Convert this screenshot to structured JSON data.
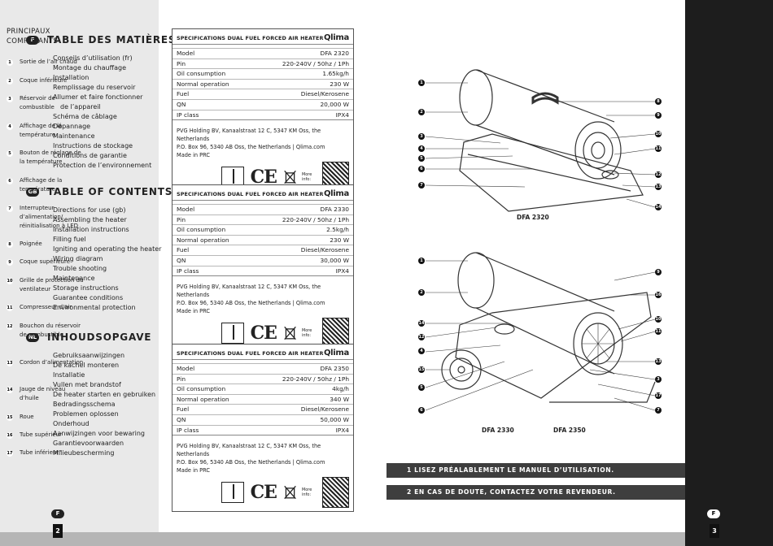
{
  "toc": [
    {
      "badge": "F",
      "title": "TABLE DES MATIÈRES",
      "items": [
        "Conseils d’utilisation (fr)",
        "Montage du chauffage",
        "Installation",
        "Remplissage du reservoir",
        "Allumer et faire fonctionner",
        "de l’appareil",
        "Schéma de câblage",
        "Dépannage",
        "Maintenance",
        "Instructions de stockage",
        "Conditions de garantie",
        "Protection de l’environnement"
      ]
    },
    {
      "badge": "GB",
      "title": "TABLE OF CONTENTS",
      "items": [
        "Directions for use (gb)",
        "Assembling the heater",
        "Installation instructions",
        "Filling fuel",
        "Igniting and operating the heater",
        "Wiring diagram",
        "Trouble shooting",
        "Maintenance",
        "Storage instructions",
        "Guarantee conditions",
        "Environmental protection"
      ]
    },
    {
      "badge": "NL",
      "title": "INHOUDSOPGAVE",
      "items": [
        "Gebruiksaanwijzingen",
        "De kachel monteren",
        "Installatie",
        "Vullen met brandstof",
        "De heater starten en gebruiken",
        "Bedradingsschema",
        "Problemen oplossen",
        "Onderhoud",
        "Aanwijzingen voor bewaring",
        "Garantievoorwaarden",
        "Milieubescherming"
      ]
    }
  ],
  "specs": [
    {
      "title": "SPECIFICATIONS DUAL FUEL FORCED AIR HEATER",
      "brand": "Qlima",
      "rows": [
        [
          "Model",
          "DFA  2320"
        ],
        [
          "Pin",
          "220-240V / 50hz / 1Ph"
        ],
        [
          "Oil consumption",
          "1.65kg/h"
        ],
        [
          "Normal operation",
          "230 W"
        ],
        [
          "Fuel",
          "Diesel/Kerosene"
        ],
        [
          "QN",
          "20,000 W"
        ],
        [
          "IP class",
          "IPX4"
        ]
      ],
      "address": [
        "PVG Holding BV, Kanaalstraat 12 C, 5347 KM Oss, the Netherlands",
        "P.O. Box 96, 5340 AB Oss, the Netherlands | Qlima.com",
        "Made in PRC"
      ],
      "more": "More info:"
    },
    {
      "title": "SPECIFICATIONS DUAL FUEL FORCED AIR HEATER",
      "brand": "Qlima",
      "rows": [
        [
          "Model",
          "DFA  2330"
        ],
        [
          "Pin",
          "220-240V / 50hz / 1Ph"
        ],
        [
          "Oil consumption",
          "2.5kg/h"
        ],
        [
          "Normal operation",
          "230 W"
        ],
        [
          "Fuel",
          "Diesel/Kerosene"
        ],
        [
          "QN",
          "30,000 W"
        ],
        [
          "IP class",
          "IPX4"
        ]
      ],
      "address": [
        "PVG Holding BV, Kanaalstraat 12 C, 5347 KM Oss, the Netherlands",
        "P.O. Box 96, 5340 AB Oss, the Netherlands | Qlima.com",
        "Made in PRC"
      ],
      "more": "More info:"
    },
    {
      "title": "SPECIFICATIONS DUAL FUEL FORCED AIR HEATER",
      "brand": "Qlima",
      "rows": [
        [
          "Model",
          "DFA  2350"
        ],
        [
          "Pin",
          "220-240V / 50hz / 1Ph"
        ],
        [
          "Oil consumption",
          "4kg/h"
        ],
        [
          "Normal operation",
          "340 W"
        ],
        [
          "Fuel",
          "Diesel/Kerosene"
        ],
        [
          "QN",
          "50,000 W"
        ],
        [
          "IP class",
          "IPX4"
        ]
      ],
      "address": [
        "PVG Holding BV, Kanaalstraat 12 C, 5347 KM Oss, the Netherlands",
        "P.O. Box 96, 5340 AB Oss, the Netherlands | Qlima.com",
        "Made in PRC"
      ],
      "more": "More info:"
    }
  ],
  "diagram_top": {
    "label": "DFA 2320",
    "callouts_left": [
      "1",
      "2",
      "3",
      "4",
      "5",
      "6",
      "7"
    ],
    "callouts_right": [
      "8",
      "9",
      "10",
      "11",
      "12",
      "13",
      "14"
    ]
  },
  "diagram_bottom": {
    "labels": [
      "DFA 2330",
      "DFA 2350"
    ],
    "callouts_left": [
      "1",
      "2",
      "14",
      "12",
      "4",
      "15",
      "5",
      "6"
    ],
    "callouts_right": [
      "9",
      "16",
      "10",
      "11",
      "13",
      "3",
      "17",
      "7"
    ]
  },
  "banners": [
    "1 LISEZ PRÉALABLEMENT LE MANUEL D’UTILISATION.",
    "2 EN CAS DE DOUTE, CONTACTEZ VOTRE REVENDEUR."
  ],
  "components": {
    "title_line1": "PRINCIPAUX",
    "title_line2": "COMPOSANTS",
    "items": [
      {
        "num": "1",
        "label": "Sortie de l’air chaud"
      },
      {
        "num": "2",
        "label": "Coque inférieure"
      },
      {
        "num": "3",
        "label": "Réservoir de combustible"
      },
      {
        "num": "4",
        "label": "Affichage de la température"
      },
      {
        "num": "5",
        "label": "Bouton de réglage de la température"
      },
      {
        "num": "6",
        "label": "Affichage de la température"
      },
      {
        "num": "7",
        "label": "Interrupteur d’alimentation/ réinitialisation à LED"
      },
      {
        "num": "8",
        "label": "Poignée"
      },
      {
        "num": "9",
        "label": "Coque supérieure"
      },
      {
        "num": "10",
        "label": "Grille de protection du ventilateur"
      },
      {
        "num": "11",
        "label": "Compresseur d’air"
      },
      {
        "num": "12",
        "label": "Bouchon du réservoir de combustible"
      },
      {
        "num": "13",
        "label": "Cordon d’alimentation"
      },
      {
        "num": "14",
        "label": "Jauge de niveau d’huile"
      },
      {
        "num": "15",
        "label": "Roue"
      },
      {
        "num": "16",
        "label": "Tube supérieur"
      },
      {
        "num": "17",
        "label": "Tube inférieur\""
      }
    ]
  },
  "footer": {
    "left_badge": "F",
    "left_page": "2",
    "right_badge": "F",
    "right_page": "3"
  }
}
